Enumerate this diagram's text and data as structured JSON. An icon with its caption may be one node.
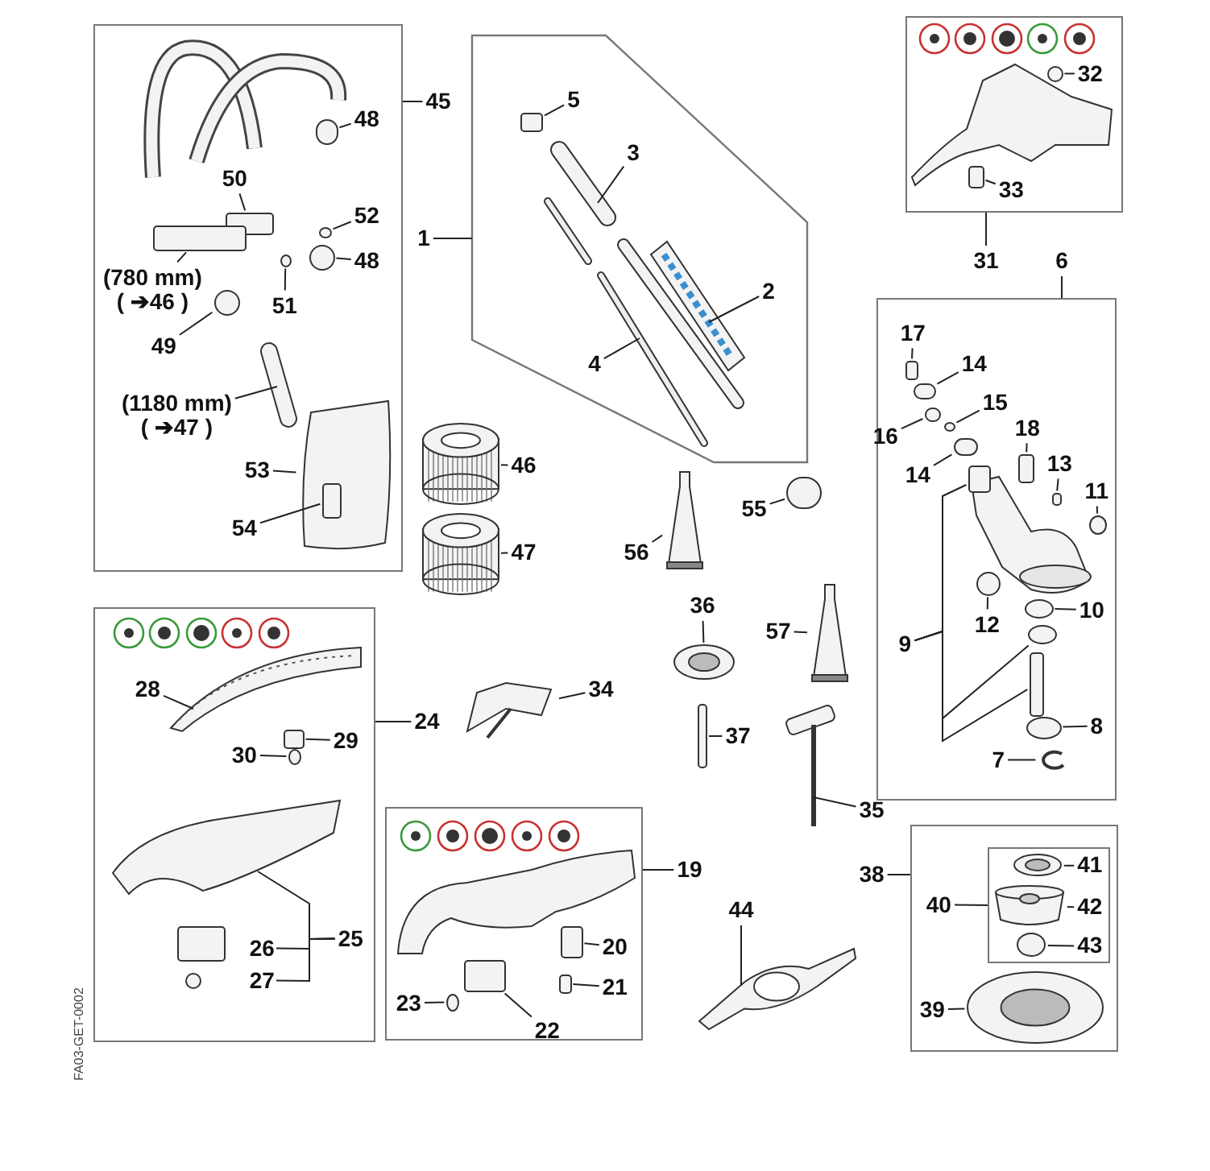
{
  "diagram": {
    "nodes": [
      {
        "text": [],
        "shape": "box"
      },
      {
        "text": [
          "45"
        ]
      },
      {
        "text": [
          "48"
        ],
        "in": 0
      },
      {
        "text": [],
        "shape": "box",
        "in": 0
      },
      {
        "text": [
          "50"
        ],
        "in": 0
      },
      {
        "text": [],
        "shape": "box",
        "in": 0
      },
      {
        "text": [
          "52"
        ],
        "in": 0
      },
      {
        "text": [],
        "shape": "circle",
        "in": 0
      },
      {
        "text": [
          "48"
        ],
        "in": 0
      },
      {
        "text": [],
        "shape": "circle",
        "in": 0
      },
      {
        "text": [
          "(780 mm)",
          "( ➔46 )"
        ],
        "in": 0
      },
      {
        "text": [],
        "shape": "box",
        "in": 0
      },
      {
        "text": [
          "51"
        ],
        "in": 0
      },
      {
        "text": [],
        "shape": "circle",
        "in": 0
      },
      {
        "text": [
          "49"
        ],
        "in": 0
      },
      {
        "text": [],
        "shape": "circle",
        "in": 0
      },
      {
        "text": [
          "(1180 mm)",
          "( ➔47 )"
        ],
        "in": 0
      },
      {
        "text": [],
        "shape": "picture",
        "in": 0
      },
      {
        "text": [
          "53"
        ],
        "in": 0
      },
      {
        "text": [],
        "shape": "picture",
        "in": 0
      },
      {
        "text": [
          "54"
        ],
        "in": 0
      },
      {
        "text": [],
        "shape": "box",
        "in": 19
      },
      {
        "text": [],
        "shape": "box"
      },
      {
        "text": [
          "1"
        ]
      },
      {
        "text": [
          "5"
        ],
        "in": 22
      },
      {
        "text": [],
        "shape": "box",
        "in": 22
      },
      {
        "text": [
          "3"
        ],
        "in": 22
      },
      {
        "text": [],
        "shape": "picture",
        "in": 22
      },
      {
        "text": [
          "2"
        ],
        "in": 22
      },
      {
        "text": [],
        "shape": "picture",
        "in": 22
      },
      {
        "text": [
          "4"
        ],
        "in": 22
      },
      {
        "text": [],
        "shape": "picture",
        "in": 22
      },
      {
        "text": [
          "55"
        ]
      },
      {
        "text": [],
        "shape": "box"
      },
      {
        "text": [
          "46"
        ]
      },
      {
        "text": [],
        "shape": "picture"
      },
      {
        "text": [
          "47"
        ]
      },
      {
        "text": [],
        "shape": "picture"
      },
      {
        "text": [
          "56"
        ]
      },
      {
        "text": [],
        "shape": "picture"
      },
      {
        "text": [],
        "shape": "box"
      },
      {
        "text": [
          "31"
        ]
      },
      {
        "text": [
          "32"
        ],
        "in": 40
      },
      {
        "text": [],
        "shape": "circle",
        "in": 40
      },
      {
        "text": [
          "33"
        ],
        "in": 40
      },
      {
        "text": [],
        "shape": "box",
        "in": 40
      },
      {
        "text": [],
        "shape": "box"
      },
      {
        "text": [
          "6"
        ]
      },
      {
        "text": [
          "17"
        ],
        "in": 46
      },
      {
        "text": [],
        "shape": "box",
        "in": 46
      },
      {
        "text": [
          "14"
        ],
        "in": 46
      },
      {
        "text": [],
        "shape": "box",
        "in": 46
      },
      {
        "text": [
          "16"
        ],
        "in": 46
      },
      {
        "text": [],
        "shape": "box",
        "in": 46
      },
      {
        "text": [
          "15"
        ],
        "in": 46
      },
      {
        "text": [],
        "shape": "circle",
        "in": 46
      },
      {
        "text": [
          "14"
        ],
        "in": 46
      },
      {
        "text": [],
        "shape": "box",
        "in": 46
      },
      {
        "text": [
          "18"
        ],
        "in": 46
      },
      {
        "text": [],
        "shape": "box",
        "in": 46
      },
      {
        "text": [
          "13"
        ],
        "in": 46
      },
      {
        "text": [],
        "shape": "box",
        "in": 46
      },
      {
        "text": [
          "11"
        ],
        "in": 46
      },
      {
        "text": [],
        "shape": "circle",
        "in": 46
      },
      {
        "text": [
          "12"
        ],
        "in": 46
      },
      {
        "text": [],
        "shape": "circle",
        "in": 46
      },
      {
        "text": [
          "10"
        ],
        "in": 46
      },
      {
        "text": [],
        "shape": "circle",
        "in": 46
      },
      {
        "text": [
          "9"
        ],
        "in": 46
      },
      {
        "text": [],
        "shape": "box",
        "in": 46
      },
      {
        "text": [],
        "shape": "circle",
        "in": 46
      },
      {
        "text": [],
        "shape": "box",
        "in": 46
      },
      {
        "text": [
          "8"
        ],
        "in": 46
      },
      {
        "text": [],
        "shape": "circle",
        "in": 46
      },
      {
        "text": [
          "7"
        ],
        "in": 46
      },
      {
        "text": [],
        "shape": "picture",
        "in": 46
      },
      {
        "text": [],
        "shape": "box"
      },
      {
        "text": [
          "24"
        ]
      },
      {
        "text": [
          "28"
        ],
        "in": 76
      },
      {
        "text": [],
        "shape": "picture",
        "in": 76
      },
      {
        "text": [
          "29"
        ],
        "in": 76
      },
      {
        "text": [],
        "shape": "box",
        "in": 76
      },
      {
        "text": [
          "30"
        ],
        "in": 76
      },
      {
        "text": [],
        "shape": "circle",
        "in": 76
      },
      {
        "text": [
          "25"
        ],
        "in": 76
      },
      {
        "text": [],
        "shape": "picture",
        "in": 76
      },
      {
        "text": [
          "26"
        ],
        "in": 76
      },
      {
        "text": [],
        "shape": "box",
        "in": 76
      },
      {
        "text": [
          "27"
        ],
        "in": 76
      },
      {
        "text": [],
        "shape": "circle",
        "in": 76
      },
      {
        "text": [
          "34"
        ]
      },
      {
        "text": [],
        "shape": "picture"
      },
      {
        "text": [
          "36"
        ]
      },
      {
        "text": [],
        "shape": "picture"
      },
      {
        "text": [
          "37"
        ]
      },
      {
        "text": [],
        "shape": "box"
      },
      {
        "text": [
          "57"
        ]
      },
      {
        "text": [],
        "shape": "picture"
      },
      {
        "text": [
          "35"
        ]
      },
      {
        "text": [],
        "shape": "picture"
      },
      {
        "text": [],
        "shape": "box"
      },
      {
        "text": [
          "19"
        ]
      },
      {
        "text": [
          "20"
        ],
        "in": 100
      },
      {
        "text": [],
        "shape": "box",
        "in": 100
      },
      {
        "text": [
          "21"
        ],
        "in": 100
      },
      {
        "text": [],
        "shape": "box",
        "in": 100
      },
      {
        "text": [
          "22"
        ],
        "in": 100
      },
      {
        "text": [],
        "shape": "box",
        "in": 100
      },
      {
        "text": [
          "23"
        ],
        "in": 100
      },
      {
        "text": [],
        "shape": "circle",
        "in": 100
      },
      {
        "text": [
          "44"
        ]
      },
      {
        "text": [],
        "shape": "picture"
      },
      {
        "text": [],
        "shape": "box"
      },
      {
        "text": [
          "38"
        ]
      },
      {
        "text": [],
        "shape": "box",
        "in": 112
      },
      {
        "text": [
          "40"
        ],
        "in": 112
      },
      {
        "text": [
          "41"
        ],
        "in": 114
      },
      {
        "text": [],
        "shape": "picture",
        "in": 114
      },
      {
        "text": [
          "42"
        ],
        "in": 114
      },
      {
        "text": [],
        "shape": "picture",
        "in": 114
      },
      {
        "text": [
          "43"
        ],
        "in": 114
      },
      {
        "text": [],
        "shape": "circle",
        "in": 114
      },
      {
        "text": [
          "39"
        ],
        "in": 112
      },
      {
        "text": [],
        "shape": "picture",
        "in": 112
      }
    ],
    "edges": [
      {
        "from": 1,
        "to": 0,
        "arrow": "none"
      },
      {
        "from": 2,
        "to": 3,
        "arrow": "none"
      },
      {
        "from": 4,
        "to": 5,
        "arrow": "none"
      },
      {
        "from": 6,
        "to": 7,
        "arrow": "none"
      },
      {
        "from": 8,
        "to": 9,
        "arrow": "none"
      },
      {
        "from": 10,
        "to": 11,
        "arrow": "none"
      },
      {
        "from": 12,
        "to": 13,
        "arrow": "none"
      },
      {
        "from": 14,
        "to": 15,
        "arrow": "none"
      },
      {
        "from": 16,
        "to": 17,
        "arrow": "none"
      },
      {
        "from": 18,
        "to": 19,
        "arrow": "none"
      },
      {
        "from": 20,
        "to": 21,
        "arrow": "none"
      },
      {
        "from": 23,
        "to": 22,
        "arrow": "none"
      },
      {
        "from": 24,
        "to": 25,
        "arrow": "none"
      },
      {
        "from": 26,
        "to": 27,
        "arrow": "none"
      },
      {
        "from": 28,
        "to": 29,
        "arrow": "none"
      },
      {
        "from": 30,
        "to": 31,
        "arrow": "none"
      },
      {
        "from": 32,
        "to": 33,
        "arrow": "none"
      },
      {
        "from": 34,
        "to": 35,
        "arrow": "none"
      },
      {
        "from": 36,
        "to": 37,
        "arrow": "none"
      },
      {
        "from": 38,
        "to": 39,
        "arrow": "none"
      },
      {
        "from": 41,
        "to": 40,
        "arrow": "none"
      },
      {
        "from": 42,
        "to": 43,
        "arrow": "none"
      },
      {
        "from": 44,
        "to": 45,
        "arrow": "none"
      },
      {
        "from": 47,
        "to": 46,
        "arrow": "none"
      },
      {
        "from": 48,
        "to": 49,
        "arrow": "none"
      },
      {
        "from": 50,
        "to": 51,
        "arrow": "none"
      },
      {
        "from": 52,
        "to": 53,
        "arrow": "none"
      },
      {
        "from": 54,
        "to": 55,
        "arrow": "none"
      },
      {
        "from": 56,
        "to": 57,
        "arrow": "none"
      },
      {
        "from": 58,
        "to": 59,
        "arrow": "none"
      },
      {
        "from": 60,
        "to": 61,
        "arrow": "none"
      },
      {
        "from": 62,
        "to": 63,
        "arrow": "none"
      },
      {
        "from": 64,
        "to": 65,
        "arrow": "none"
      },
      {
        "from": 66,
        "to": 67,
        "arrow": "none"
      },
      {
        "from": 68,
        "to": 69,
        "arrow": "none"
      },
      {
        "from": 68,
        "to": 70,
        "arrow": "none"
      },
      {
        "from": 68,
        "to": 71,
        "arrow": "none"
      },
      {
        "from": 72,
        "to": 73,
        "arrow": "none"
      },
      {
        "from": 74,
        "to": 75,
        "arrow": "none"
      },
      {
        "from": 77,
        "to": 76,
        "arrow": "none"
      },
      {
        "from": 78,
        "to": 79,
        "arrow": "none"
      },
      {
        "from": 80,
        "to": 81,
        "arrow": "none"
      },
      {
        "from": 82,
        "to": 83,
        "arrow": "none"
      },
      {
        "from": 84,
        "to": 85,
        "arrow": "none"
      },
      {
        "from": 84,
        "to": 86,
        "arrow": "none"
      },
      {
        "from": 84,
        "to": 88,
        "arrow": "none"
      },
      {
        "from": 90,
        "to": 91,
        "arrow": "none"
      },
      {
        "from": 92,
        "to": 93,
        "arrow": "none"
      },
      {
        "from": 94,
        "to": 95,
        "arrow": "none"
      },
      {
        "from": 96,
        "to": 97,
        "arrow": "none"
      },
      {
        "from": 98,
        "to": 99,
        "arrow": "none"
      },
      {
        "from": 101,
        "to": 100,
        "arrow": "none"
      },
      {
        "from": 102,
        "to": 103,
        "arrow": "none"
      },
      {
        "from": 104,
        "to": 105,
        "arrow": "none"
      },
      {
        "from": 106,
        "to": 107,
        "arrow": "none"
      },
      {
        "from": 108,
        "to": 109,
        "arrow": "none"
      },
      {
        "from": 110,
        "to": 111,
        "arrow": "none"
      },
      {
        "from": 113,
        "to": 112,
        "arrow": "none"
      },
      {
        "from": 115,
        "to": 114,
        "arrow": "none"
      },
      {
        "from": 116,
        "to": 117,
        "arrow": "none"
      },
      {
        "from": 118,
        "to": 119,
        "arrow": "none"
      },
      {
        "from": 120,
        "to": 121,
        "arrow": "none"
      },
      {
        "from": 122,
        "to": 123,
        "arrow": "none"
      }
    ],
    "labels": [
      "FA03-GET-0002"
    ]
  }
}
